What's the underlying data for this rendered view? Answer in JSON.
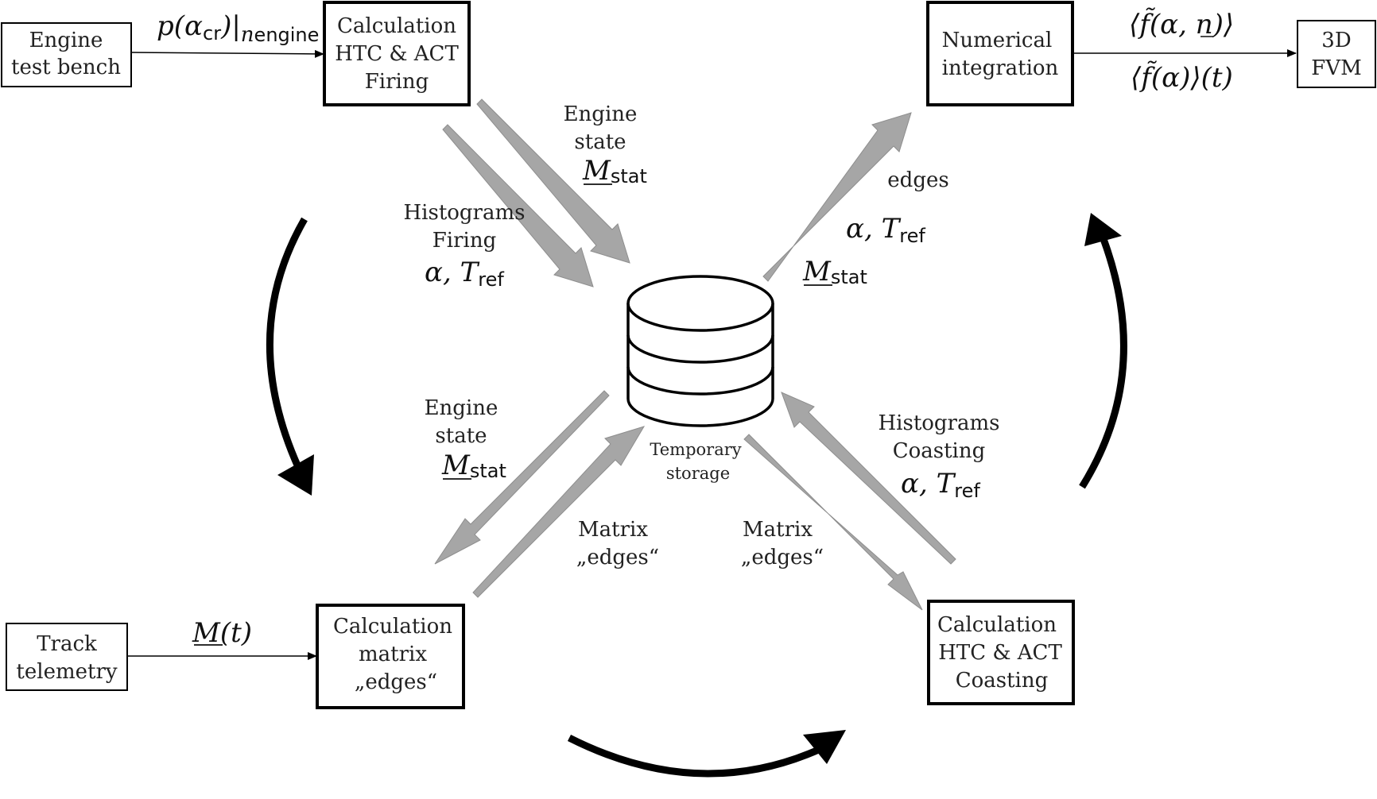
{
  "boxes": {
    "engine_test_bench": [
      "Engine",
      "test bench"
    ],
    "calc_firing": [
      "Calculation",
      "HTC & ACT",
      "Firing"
    ],
    "numerical_integration": [
      "Numerical",
      "integration"
    ],
    "fvm": [
      "3D",
      "FVM"
    ],
    "track_telemetry": [
      "Track",
      "telemetry"
    ],
    "calc_edges": [
      "Calculation",
      "matrix",
      "„edges“"
    ],
    "calc_coasting": [
      "Calculation",
      "HTC & ACT",
      "Coasting"
    ]
  },
  "storage": {
    "label": [
      "Temporary",
      "storage"
    ]
  },
  "edge_labels": {
    "bench_to_calc": {
      "main": "p(α",
      "cr": "cr",
      "close": ")|",
      "n": "n",
      "engine": "engine"
    },
    "integration_to_fvm_top": "⟨f̃(α, n)⟩",
    "integration_to_fvm_bottom": "⟨f̃(α)⟩(t)",
    "telemetry_to_calc": "M(t)",
    "engine_state_top": [
      "Engine",
      "state"
    ],
    "histograms_firing": [
      "Histograms",
      "Firing"
    ],
    "edges_top": "edges",
    "engine_state_bottom": [
      "Engine",
      "state"
    ],
    "histograms_coasting": [
      "Histograms",
      "Coasting"
    ],
    "matrix_edges_left": [
      "Matrix",
      "„edges“"
    ],
    "matrix_edges_right": [
      "Matrix",
      "„edges“"
    ],
    "M": "M",
    "stat": "stat",
    "alpha_T": "α, T",
    "ref": "ref"
  },
  "colors": {
    "arrow_gray": "#a6a6a6",
    "arrow_stroke": "#8a8a8a",
    "box_stroke": "#000000"
  }
}
